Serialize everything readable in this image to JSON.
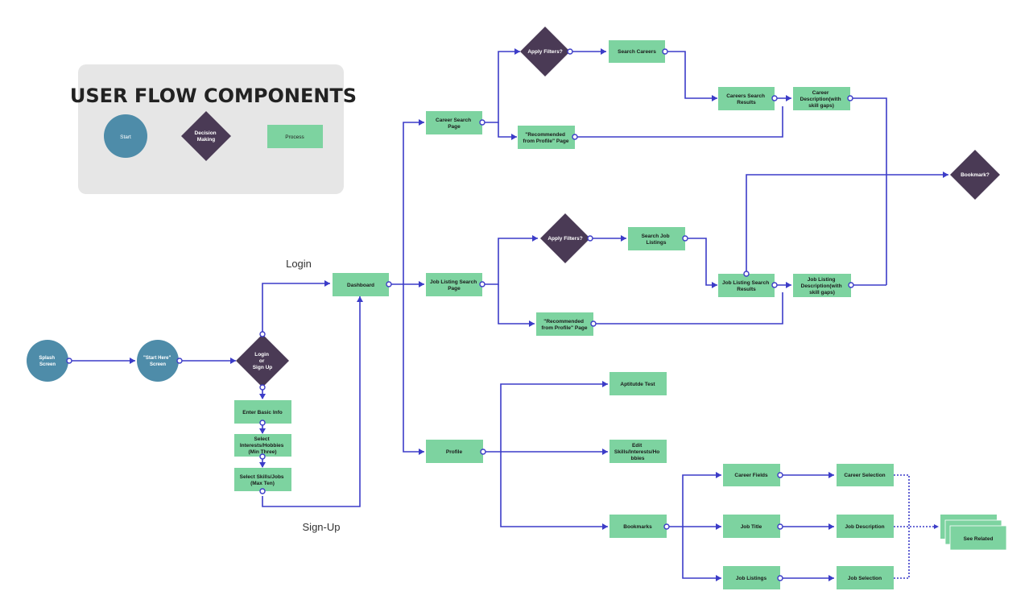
{
  "legend": {
    "title": "USER FLOW COMPONENTS",
    "start": "Start",
    "decision": [
      "Decision",
      "Making"
    ],
    "process": "Process"
  },
  "labels": {
    "login": "Login",
    "signup": "Sign-Up"
  },
  "colors": {
    "process": "#7dd3a0",
    "decision": "#4a3a55",
    "start": "#4e8ca9",
    "connector": "#3c3cc8",
    "legend_bg": "#e6e6e6"
  },
  "nodes": {
    "splash": [
      "Splash",
      "Screen"
    ],
    "start_here": [
      "\"Start Here\"",
      "Screen"
    ],
    "login_signup": [
      "Login",
      "or",
      "Sign Up"
    ],
    "enter_basic": [
      "Enter Basic Info"
    ],
    "select_interests": [
      "Select",
      "Interests/Hobbies",
      "(Min Three)"
    ],
    "select_skills": [
      "Select Skills/Jobs",
      "(Max Ten)"
    ],
    "dashboard": [
      "Dashboard"
    ],
    "career_search": [
      "Career Search",
      "Page"
    ],
    "apply_filters_1": [
      "Apply Filters?"
    ],
    "search_careers": [
      "Search Careers"
    ],
    "careers_results": [
      "Careers Search",
      "Results"
    ],
    "career_description": [
      "Career",
      "Description(with",
      "skill gaps)"
    ],
    "recommended_1": [
      "\"Recommended",
      "from Profile\" Page"
    ],
    "bookmark": [
      "Bookmark?"
    ],
    "job_listing_search": [
      "Job Listing Search",
      "Page"
    ],
    "apply_filters_2": [
      "Apply Filters?"
    ],
    "search_job_listings": [
      "Search Job",
      "Listings"
    ],
    "job_listing_results": [
      "Job Listing Search",
      "Results"
    ],
    "job_listing_description": [
      "Job Listing",
      "Description(with",
      "skill gaps)"
    ],
    "recommended_2": [
      "\"Recommended",
      "from Profile\" Page"
    ],
    "profile": [
      "Profile"
    ],
    "aptitude_test": [
      "Aptitutde Test"
    ],
    "edit_skills": [
      "Edit",
      "Skills/Interests/Ho",
      "bbies"
    ],
    "bookmarks": [
      "Bookmarks"
    ],
    "career_fields": [
      "Career Fields"
    ],
    "job_title": [
      "Job Title"
    ],
    "job_listings": [
      "Job Listings"
    ],
    "career_selection": [
      "Career Selection"
    ],
    "job_description": [
      "Job Description"
    ],
    "job_selection": [
      "Job Selection"
    ],
    "see_related": [
      "See Related"
    ]
  }
}
